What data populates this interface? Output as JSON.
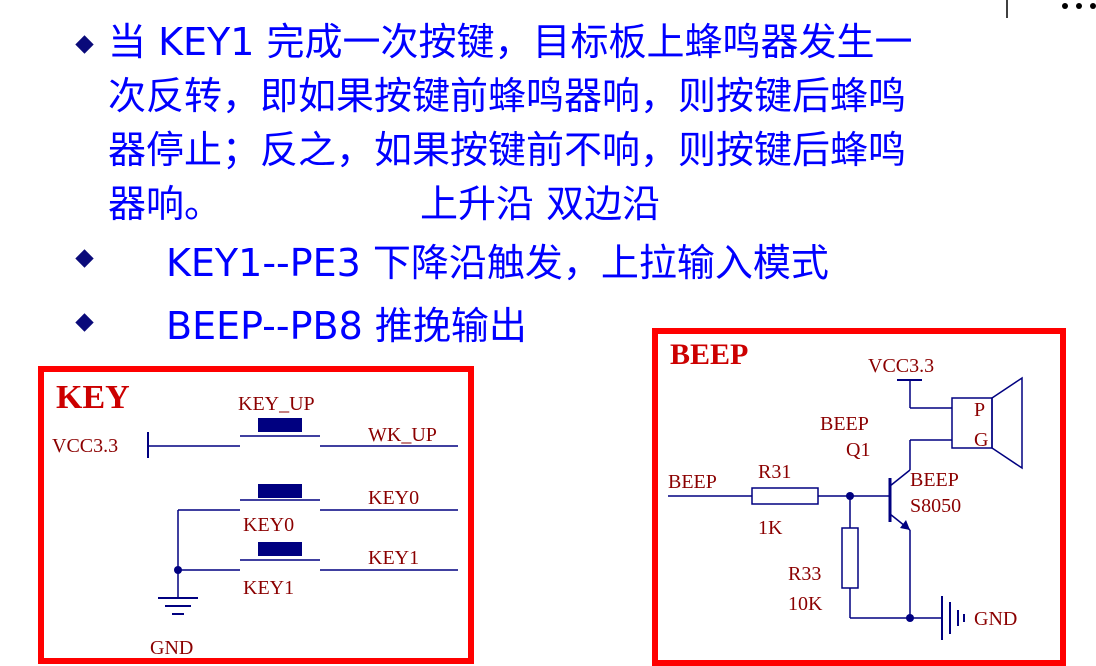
{
  "bullets": [
    {
      "lines": [
        "当 KEY1 完成一次按键，目标板上蜂鸣器发生一",
        "次反转，即如果按键前蜂鸣器响，则按键后蜂鸣",
        "器停止；反之，如果按键前不响，则按键后蜂鸣",
        "器响。"
      ],
      "extra": "上升沿  双边沿"
    },
    {
      "text": "KEY1--PE3   下降沿触发，上拉输入模式"
    },
    {
      "text": "BEEP--PB8   推挽输出"
    }
  ],
  "key_schematic": {
    "title": "KEY",
    "vcc": "VCC3.3",
    "gnd": "GND",
    "buttons": [
      {
        "label": "KEY_UP",
        "net": "WK_UP"
      },
      {
        "label": "KEY0",
        "net": "KEY0"
      },
      {
        "label": "KEY1",
        "net": "KEY1"
      }
    ]
  },
  "beep_schematic": {
    "title": "BEEP",
    "vcc": "VCC3.3",
    "gnd": "GND",
    "input_net": "BEEP",
    "transistor_ref": "Q1",
    "transistor_name": "BEEP",
    "transistor_type_label": "BEEP",
    "transistor_part": "S8050",
    "r_base_ref": "R31",
    "r_base_value": "1K",
    "r_pull_ref": "R33",
    "r_pull_value": "10K",
    "speaker_pins": [
      "P",
      "G"
    ]
  },
  "colors": {
    "text_blue": "#0000ff",
    "frame_red": "#ff0000",
    "title_red": "#cc0000",
    "wire_navy": "#000080"
  }
}
